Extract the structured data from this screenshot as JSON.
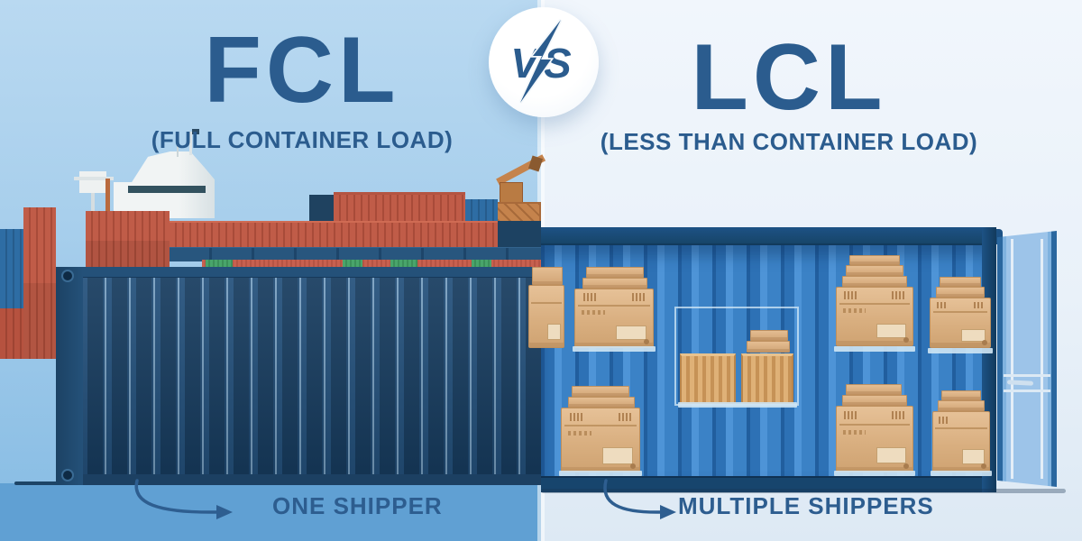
{
  "fcl": {
    "title": "FCL",
    "subtitle": "(FULL CONTAINER LOAD)",
    "caption": "ONE SHIPPER"
  },
  "lcl": {
    "title": "LCL",
    "subtitle": "(LESS THAN CONTAINER LOAD)",
    "caption": "MULTIPLE SHIPPERS"
  },
  "badge": {
    "vs_label": "VS"
  },
  "colors": {
    "title_blue": "#2b5c8e",
    "caption_blue": "#2d5d8f",
    "fcl_container_navy": "#1d4872",
    "lcl_container_blue": "#2d71b5",
    "sky_left": "#a8cfec",
    "ground_left": "#60a0d3",
    "background_right": "#e9f1f9",
    "cargo_box_tan": "#d9af80",
    "container_red": "#c05c48",
    "container_green": "#49a56b",
    "crane_orange": "#c5834c"
  },
  "icons": {
    "vs_bolt": "lightning-bolt",
    "left_arrow": "curved-arrow",
    "right_arrow": "curved-arrow"
  }
}
